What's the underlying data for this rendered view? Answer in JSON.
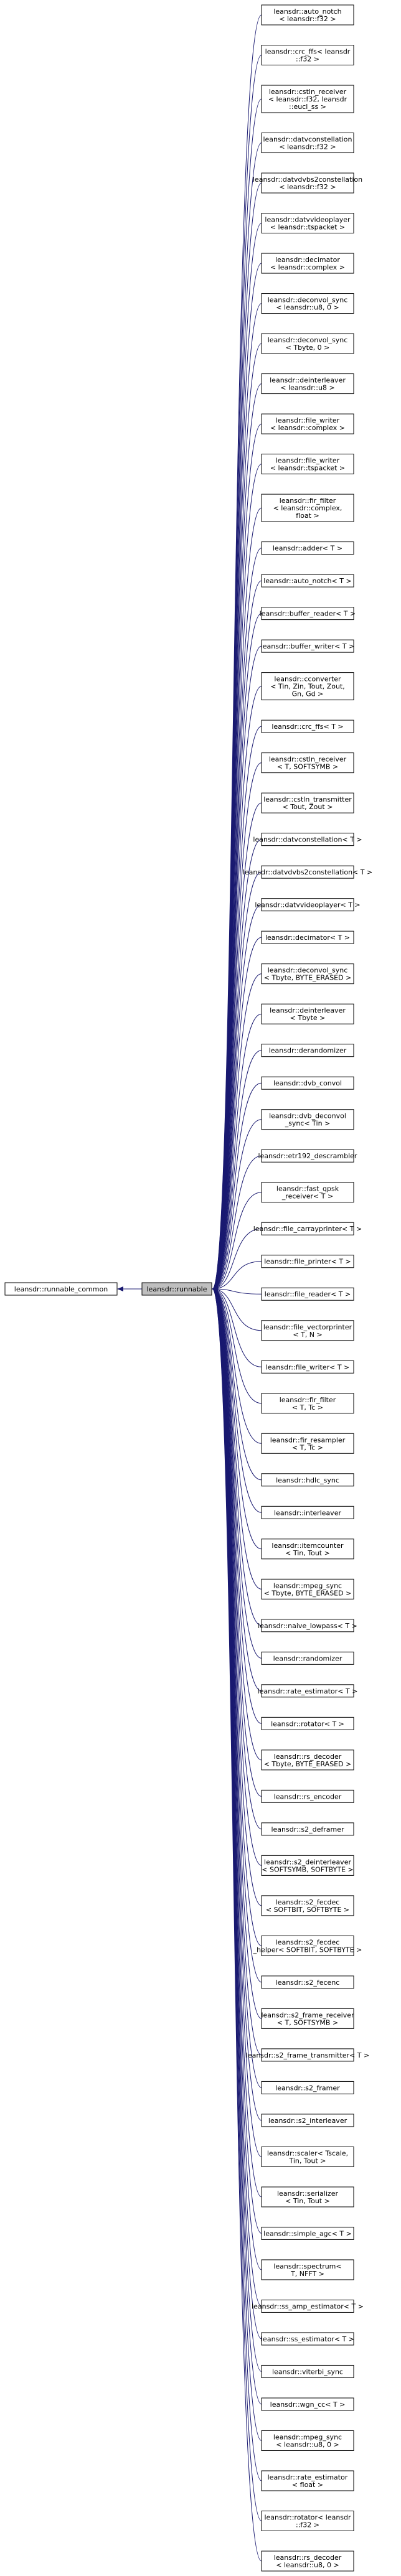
{
  "nodes": {
    "common": "leansdr::runnable_common",
    "runnable": "leansdr::runnable",
    "children": [
      [
        "leansdr::auto_notch",
        "< leansdr::f32 >"
      ],
      [
        "leansdr::crc_ffs< leansdr",
        "::f32 >"
      ],
      [
        "leansdr::cstln_receiver",
        "< leansdr::f32, leansdr",
        "::eucl_ss >"
      ],
      [
        "leansdr::datvconstellation",
        "< leansdr::f32 >"
      ],
      [
        "leansdr::datvdvbs2constellation",
        "< leansdr::f32 >"
      ],
      [
        "leansdr::datvvideoplayer",
        "< leansdr::tspacket >"
      ],
      [
        "leansdr::decimator",
        "< leansdr::complex >"
      ],
      [
        "leansdr::deconvol_sync",
        "< leansdr::u8, 0 >"
      ],
      [
        "leansdr::deconvol_sync",
        "< Tbyte, 0 >"
      ],
      [
        "leansdr::deinterleaver",
        "< leansdr::u8 >"
      ],
      [
        "leansdr::file_writer",
        "< leansdr::complex >"
      ],
      [
        "leansdr::file_writer",
        "< leansdr::tspacket >"
      ],
      [
        "leansdr::fir_filter",
        "< leansdr::complex,",
        "float >"
      ],
      [
        "leansdr::adder< T >"
      ],
      [
        "leansdr::auto_notch< T >"
      ],
      [
        "leansdr::buffer_reader< T >"
      ],
      [
        "leansdr::buffer_writer< T >"
      ],
      [
        "leansdr::cconverter",
        "< Tin, Zin, Tout, Zout,",
        "Gn, Gd >"
      ],
      [
        "leansdr::crc_ffs< T >"
      ],
      [
        "leansdr::cstln_receiver",
        "< T, SOFTSYMB >"
      ],
      [
        "leansdr::cstln_transmitter",
        "< Tout, Zout >"
      ],
      [
        "leansdr::datvconstellation< T >"
      ],
      [
        "leansdr::datvdvbs2constellation< T >"
      ],
      [
        "leansdr::datvvideoplayer< T >"
      ],
      [
        "leansdr::decimator< T >"
      ],
      [
        "leansdr::deconvol_sync",
        "< Tbyte, BYTE_ERASED >"
      ],
      [
        "leansdr::deinterleaver",
        "< Tbyte >"
      ],
      [
        "leansdr::derandomizer"
      ],
      [
        "leansdr::dvb_convol"
      ],
      [
        "leansdr::dvb_deconvol",
        "_sync< Tin >"
      ],
      [
        "leansdr::etr192_descrambler"
      ],
      [
        "leansdr::fast_qpsk",
        "_receiver< T >"
      ],
      [
        "leansdr::file_carrayprinter< T >"
      ],
      [
        "leansdr::file_printer< T >"
      ],
      [
        "leansdr::file_reader< T >"
      ],
      [
        "leansdr::file_vectorprinter",
        "< T, N >"
      ],
      [
        "leansdr::file_writer< T >"
      ],
      [
        "leansdr::fir_filter",
        "< T, Tc >"
      ],
      [
        "leansdr::fir_resampler",
        "< T, Tc >"
      ],
      [
        "leansdr::hdlc_sync"
      ],
      [
        "leansdr::interleaver"
      ],
      [
        "leansdr::itemcounter",
        "< Tin, Tout >"
      ],
      [
        "leansdr::mpeg_sync",
        "< Tbyte, BYTE_ERASED >"
      ],
      [
        "leansdr::naive_lowpass< T >"
      ],
      [
        "leansdr::randomizer"
      ],
      [
        "leansdr::rate_estimator< T >"
      ],
      [
        "leansdr::rotator< T >"
      ],
      [
        "leansdr::rs_decoder",
        "< Tbyte, BYTE_ERASED >"
      ],
      [
        "leansdr::rs_encoder"
      ],
      [
        "leansdr::s2_deframer"
      ],
      [
        "leansdr::s2_deinterleaver",
        "< SOFTSYMB, SOFTBYTE >"
      ],
      [
        "leansdr::s2_fecdec",
        "< SOFTBIT, SOFTBYTE >"
      ],
      [
        "leansdr::s2_fecdec",
        "_helper< SOFTBIT, SOFTBYTE >"
      ],
      [
        "leansdr::s2_fecenc"
      ],
      [
        "leansdr::s2_frame_receiver",
        "< T, SOFTSYMB >"
      ],
      [
        "leansdr::s2_frame_transmitter< T >"
      ],
      [
        "leansdr::s2_framer"
      ],
      [
        "leansdr::s2_interleaver"
      ],
      [
        "leansdr::scaler< Tscale,",
        "Tin, Tout >"
      ],
      [
        "leansdr::serializer",
        "< Tin, Tout >"
      ],
      [
        "leansdr::simple_agc< T >"
      ],
      [
        "leansdr::spectrum<",
        "T, NFFT >"
      ],
      [
        "leansdr::ss_amp_estimator< T >"
      ],
      [
        "leansdr::ss_estimator< T >"
      ],
      [
        "leansdr::viterbi_sync"
      ],
      [
        "leansdr::wgn_cc< T >"
      ],
      [
        "leansdr::mpeg_sync",
        "< leansdr::u8, 0 >"
      ],
      [
        "leansdr::rate_estimator",
        "< float >"
      ],
      [
        "leansdr::rotator< leansdr",
        "::f32 >"
      ],
      [
        "leansdr::rs_decoder",
        "< leansdr::u8, 0 >"
      ]
    ]
  },
  "colors": {
    "edge": "#191970",
    "box_border": "#000000",
    "box_fill": "#ffffff",
    "highlight_fill": "#bfbfbf"
  }
}
